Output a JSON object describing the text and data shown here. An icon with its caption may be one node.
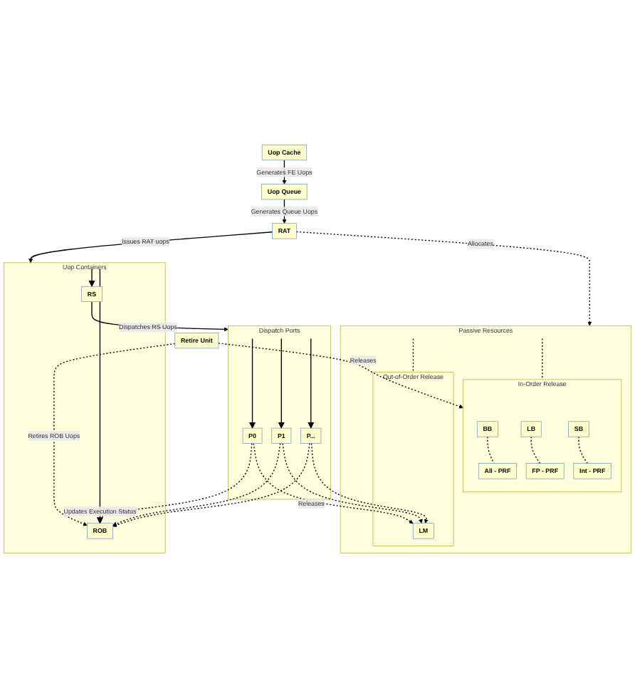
{
  "diagram": {
    "nodes": [
      {
        "text": [
          "Uop Cache"
        ]
      },
      {
        "text": [
          "Uop Queue"
        ]
      },
      {
        "text": [
          "RAT"
        ]
      },
      {
        "text": [
          "Uop Containers"
        ]
      },
      {
        "text": [
          "ROB"
        ],
        "in": 3
      },
      {
        "text": [
          "RS"
        ],
        "in": 3
      },
      {
        "text": [
          "Dispatch Ports"
        ]
      },
      {
        "text": [
          "P0"
        ],
        "in": 6
      },
      {
        "text": [
          "P1"
        ],
        "in": 6
      },
      {
        "text": [
          "P..."
        ],
        "in": 6
      },
      {
        "text": [
          "Passive Resources"
        ]
      },
      {
        "text": [
          "Out-of-Order Release"
        ],
        "in": 10
      },
      {
        "text": [
          "LM"
        ],
        "in": 11
      },
      {
        "text": [
          "In-Order Release"
        ],
        "in": 10
      },
      {
        "text": [
          "BB"
        ],
        "in": 13
      },
      {
        "text": [
          "All - PRF"
        ],
        "in": 13
      },
      {
        "text": [
          "LB"
        ],
        "in": 13
      },
      {
        "text": [
          "FP - PRF"
        ],
        "in": 13
      },
      {
        "text": [
          "SB"
        ],
        "in": 13
      },
      {
        "text": [
          "Int - PRF"
        ],
        "in": 13
      },
      {
        "text": [
          "Retire Unit"
        ]
      }
    ],
    "edges": [
      {
        "from": 0,
        "to": 1,
        "arrow": "to",
        "label": "Generates FE Uops"
      },
      {
        "from": 1,
        "to": 2,
        "arrow": "to",
        "label": "Generates Queue Uops"
      },
      {
        "from": 2,
        "to": 3,
        "arrow": "to",
        "label": "Issues RAT uops"
      },
      {
        "from": 2,
        "to": 10,
        "arrow": "to",
        "label": "Allocates",
        "style": "dashed"
      },
      {
        "from": 3,
        "to": 4,
        "arrow": "to"
      },
      {
        "from": 3,
        "to": 5,
        "arrow": "to"
      },
      {
        "from": 5,
        "to": 6,
        "arrow": "to",
        "label": "Dispatches RS Uops"
      },
      {
        "from": 6,
        "to": 7,
        "arrow": "to"
      },
      {
        "from": 6,
        "to": 8,
        "arrow": "to"
      },
      {
        "from": 6,
        "to": 9,
        "arrow": "to"
      },
      {
        "from": 7,
        "to": 4,
        "arrow": "to",
        "style": "dashed",
        "label": "Updates Execution Status"
      },
      {
        "from": 8,
        "to": 4,
        "arrow": "to",
        "style": "dashed"
      },
      {
        "from": 9,
        "to": 4,
        "arrow": "to",
        "style": "dashed"
      },
      {
        "from": 7,
        "to": 12,
        "arrow": "to",
        "style": "dashed",
        "label": "Releases"
      },
      {
        "from": 8,
        "to": 12,
        "arrow": "to",
        "style": "dashed"
      },
      {
        "from": 9,
        "to": 12,
        "arrow": "to",
        "style": "dashed"
      },
      {
        "from": 20,
        "to": 4,
        "arrow": "to",
        "style": "dashed",
        "label": "Retires ROB Uops"
      },
      {
        "from": 20,
        "to": 13,
        "arrow": "to",
        "style": "dashed",
        "label": "Releases"
      },
      {
        "from": 10,
        "to": 11,
        "arrow": "none",
        "style": "dashed"
      },
      {
        "from": 10,
        "to": 13,
        "arrow": "none",
        "style": "dashed"
      },
      {
        "from": 14,
        "to": 15,
        "arrow": "none",
        "style": "dashed"
      },
      {
        "from": 16,
        "to": 17,
        "arrow": "none",
        "style": "dashed"
      },
      {
        "from": 18,
        "to": 19,
        "arrow": "none",
        "style": "dashed"
      }
    ]
  }
}
